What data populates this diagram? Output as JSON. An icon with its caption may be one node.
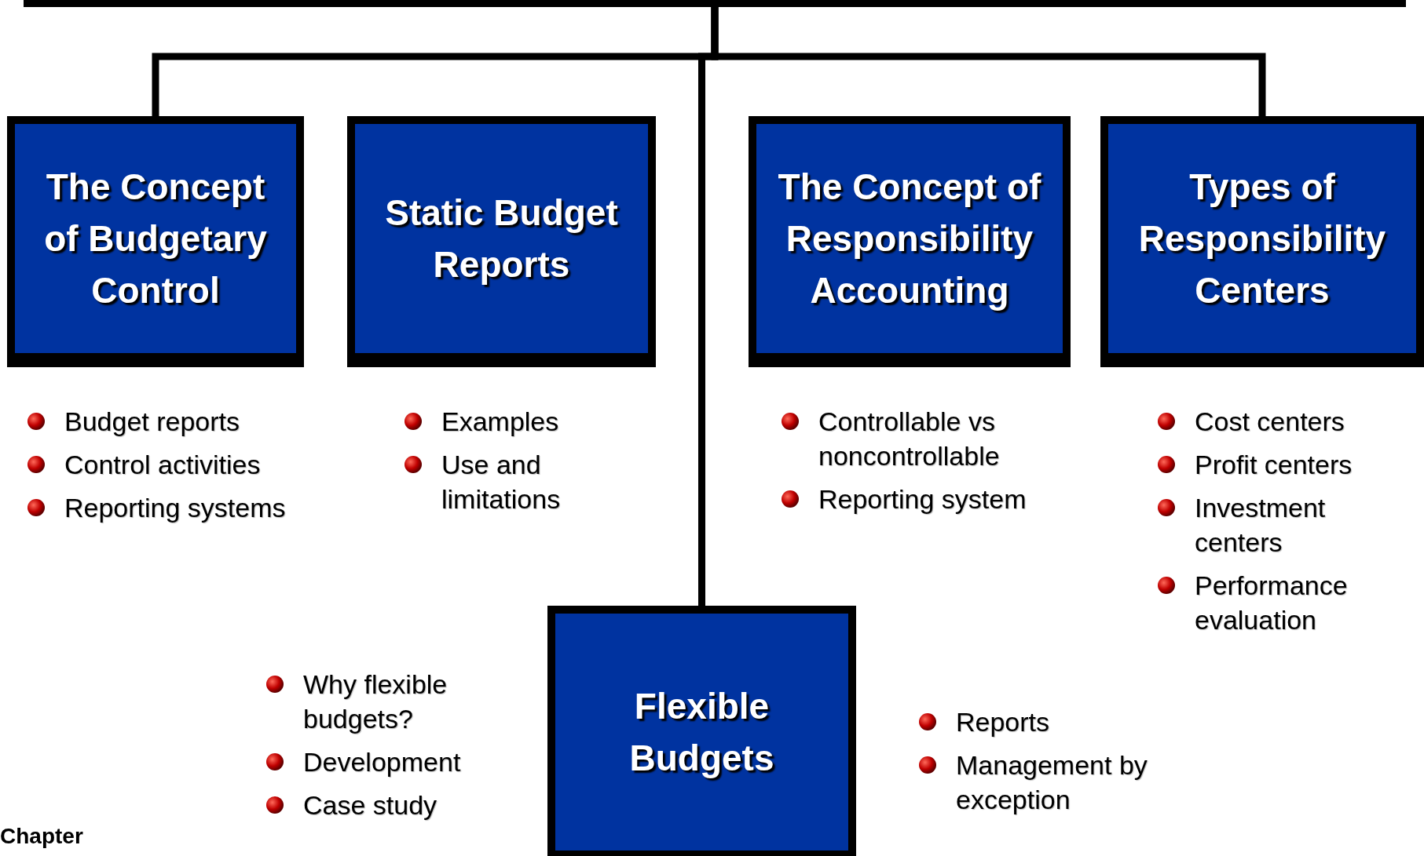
{
  "diagram": {
    "nodes": [
      {
        "text": [],
        "shape": "bar"
      },
      {
        "text": [
          "The Concept of Budgetary Control"
        ],
        "beside": [
          "Budget reports",
          "Control activities",
          "Reporting systems"
        ]
      },
      {
        "text": [
          "Static Budget Reports"
        ],
        "beside": [
          "Examples",
          "Use and limitations"
        ]
      },
      {
        "text": [
          "The Concept of Responsibility Accounting"
        ],
        "beside": [
          "Controllable vs noncontrollable",
          "Reporting system"
        ]
      },
      {
        "text": [
          "Types of Responsibility Centers"
        ],
        "beside": [
          "Cost centers",
          "Profit centers",
          "Investment centers",
          "Performance evaluation"
        ]
      },
      {
        "text": [
          "Flexible Budgets"
        ],
        "beside": [
          "Why flexible budgets?",
          "Development",
          "Case study",
          "Reports",
          "Management by exception"
        ]
      }
    ],
    "edges": [
      {
        "from": 0,
        "to": 1,
        "arrow": "none"
      },
      {
        "from": 0,
        "to": 4,
        "arrow": "none"
      },
      {
        "from": 0,
        "to": 5,
        "arrow": "none"
      }
    ],
    "labels": [
      "Chapter"
    ]
  }
}
